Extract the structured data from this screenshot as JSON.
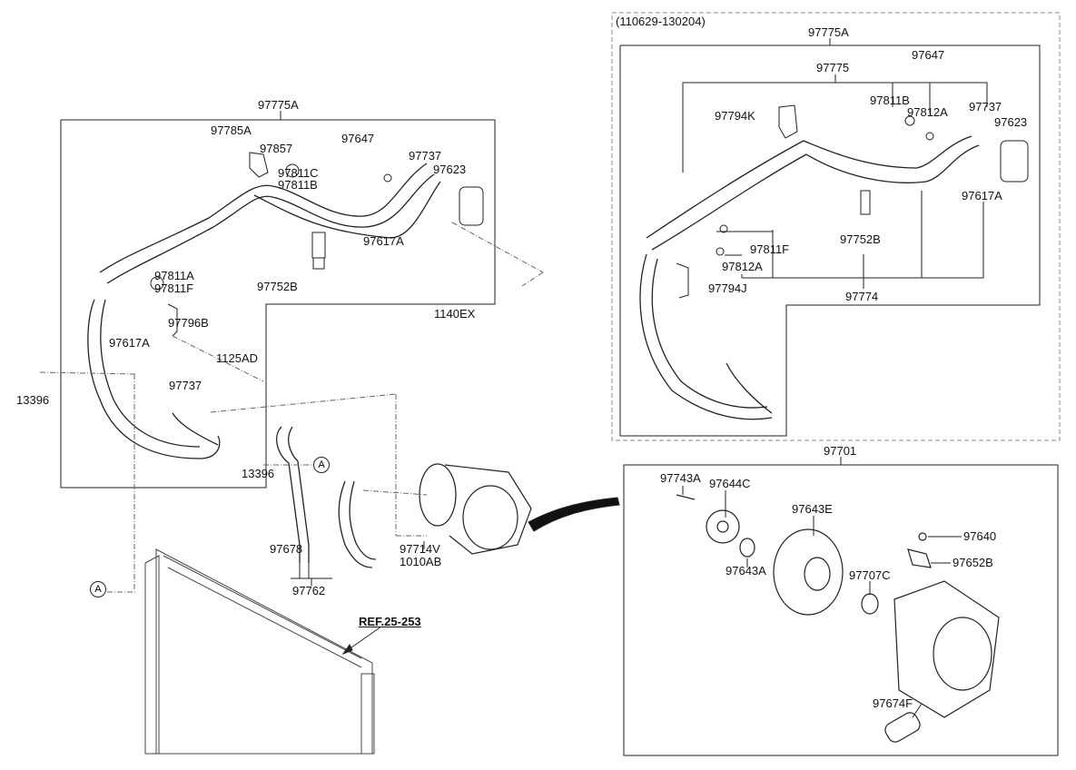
{
  "left_assembly": {
    "labels": [
      "97775A",
      "97785A",
      "97857",
      "97647",
      "97737",
      "97623",
      "97811C",
      "97811B",
      "97617A",
      "97811A",
      "97811F",
      "97752B",
      "1140EX",
      "97796B",
      "97617A",
      "1125AD",
      "13396",
      "97737",
      "13396",
      "97678",
      "97762",
      "97714V",
      "1010AB"
    ],
    "markers": [
      "A",
      "A"
    ],
    "reference": "REF.25-253"
  },
  "right_assembly": {
    "date_range": "(110629-130204)",
    "labels": [
      "97775A",
      "97647",
      "97775",
      "97811B",
      "97812A",
      "97737",
      "97623",
      "97794K",
      "97617A",
      "97811F",
      "97752B",
      "97812A",
      "97794J",
      "97774"
    ]
  },
  "compressor_assembly": {
    "labels": [
      "97701",
      "97743A",
      "97644C",
      "97643E",
      "97640",
      "97652B",
      "97643A",
      "97707C",
      "97674F"
    ]
  }
}
